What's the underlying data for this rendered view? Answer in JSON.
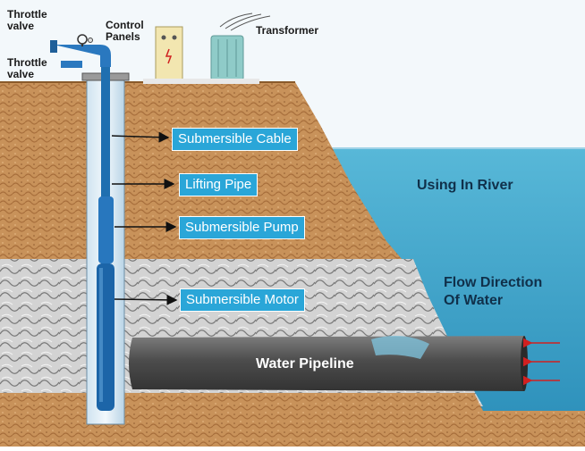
{
  "labels": {
    "throttle_valve_top": [
      "Throttle",
      "valve"
    ],
    "throttle_valve_bottom": [
      "Throttle",
      "valve"
    ],
    "control_panels": [
      "Control",
      "Panels"
    ],
    "transformer": "Transformer",
    "submersible_cable": "Submersible Cable",
    "lifting_pipe": "Lifting Pipe",
    "submersible_pump": "Submersible Pump",
    "submersible_motor": "Submersible Motor",
    "using_in_river": "Using In River",
    "flow_direction": [
      "Flow Direction",
      "Of Water"
    ],
    "water_pipeline": "Water Pipeline"
  },
  "colors": {
    "sand": "#c8925a",
    "rock": "#cfcfcf",
    "water": "#3fa8cc",
    "sky": "#eef5fa",
    "pipe": "#5a5a5a",
    "well": "#1f6fb0",
    "callout": "#2aa6d8",
    "flow_arrow": "#d02020"
  }
}
